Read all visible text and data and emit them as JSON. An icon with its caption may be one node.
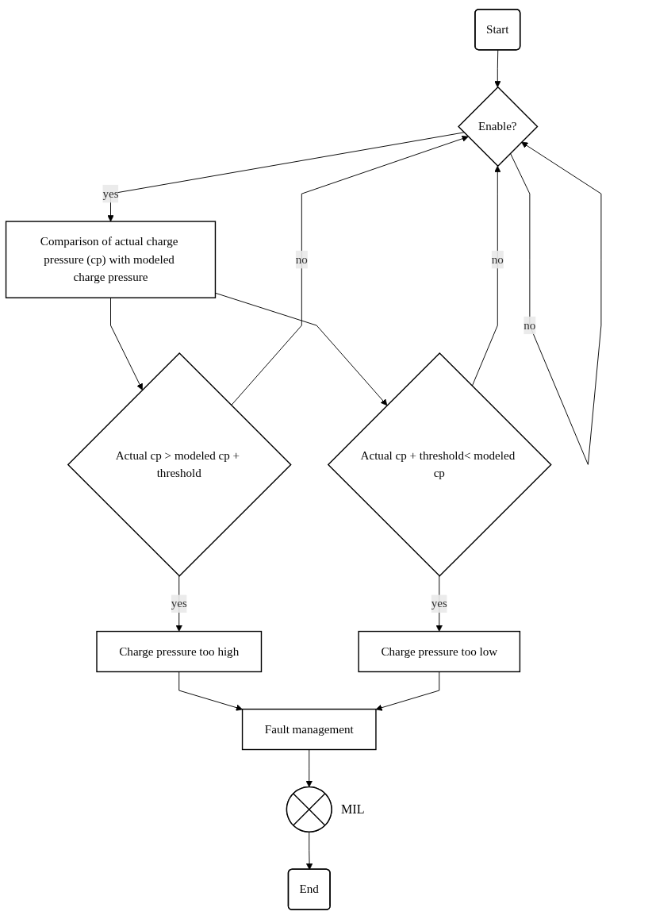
{
  "diagram": {
    "nodes": [
      {
        "text": [
          "Start"
        ]
      },
      {
        "text": [
          "Enable?"
        ]
      },
      {
        "text": [
          "Comparison of actual charge pressure (cp) with modeled charge pressure"
        ]
      },
      {
        "text": [
          "Actual cp > modeled cp + threshold"
        ]
      },
      {
        "text": [
          "Actual cp + threshold< modeled cp"
        ]
      },
      {
        "text": [
          "Charge pressure too high"
        ]
      },
      {
        "text": [
          "Charge pressure too low"
        ]
      },
      {
        "text": [
          "Fault management"
        ]
      },
      {
        "text": [],
        "shape": "circle",
        "beside": [
          "MIL"
        ]
      },
      {
        "text": [
          "End"
        ]
      }
    ],
    "edges": [
      {
        "from": 0,
        "to": 1,
        "arrow": "to"
      },
      {
        "from": 1,
        "to": 1,
        "arrow": "to",
        "label": "no"
      },
      {
        "from": 1,
        "to": 2,
        "arrow": "to",
        "label": "yes"
      },
      {
        "from": 2,
        "to": 3,
        "arrow": "to"
      },
      {
        "from": 2,
        "to": 4,
        "arrow": "to"
      },
      {
        "from": 3,
        "to": 1,
        "arrow": "to",
        "label": "no"
      },
      {
        "from": 4,
        "to": 1,
        "arrow": "to",
        "label": "no"
      },
      {
        "from": 3,
        "to": 5,
        "arrow": "to",
        "label": "yes"
      },
      {
        "from": 4,
        "to": 6,
        "arrow": "to",
        "label": "yes"
      },
      {
        "from": 5,
        "to": 7,
        "arrow": "to"
      },
      {
        "from": 6,
        "to": 7,
        "arrow": "to"
      },
      {
        "from": 7,
        "to": 8,
        "arrow": "to"
      },
      {
        "from": 8,
        "to": 9,
        "arrow": "to"
      }
    ]
  }
}
